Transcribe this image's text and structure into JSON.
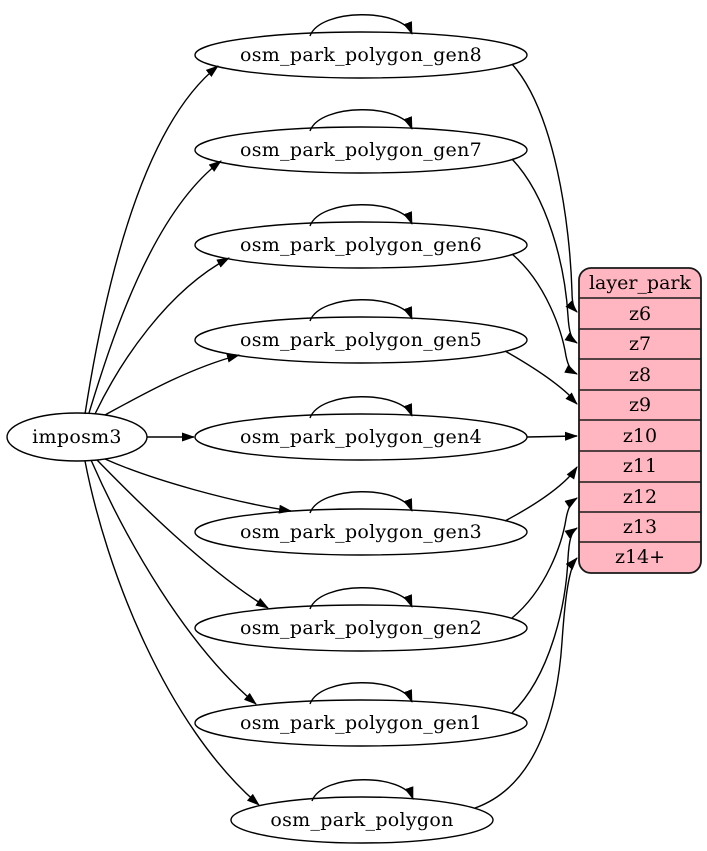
{
  "diagram": {
    "background_color": "#ffffff",
    "edge_color": "#000000",
    "node_fill_color": "#ffffff",
    "node_border_color": "#000000",
    "source_node": {
      "label": "imposm3"
    },
    "table_nodes": [
      {
        "label": "osm_park_polygon_gen8",
        "feeds_row": "z6"
      },
      {
        "label": "osm_park_polygon_gen7",
        "feeds_row": "z7"
      },
      {
        "label": "osm_park_polygon_gen6",
        "feeds_row": "z8"
      },
      {
        "label": "osm_park_polygon_gen5",
        "feeds_row": "z9"
      },
      {
        "label": "osm_park_polygon_gen4",
        "feeds_row": "z10"
      },
      {
        "label": "osm_park_polygon_gen3",
        "feeds_row": "z11"
      },
      {
        "label": "osm_park_polygon_gen2",
        "feeds_row": "z12"
      },
      {
        "label": "osm_park_polygon_gen1",
        "feeds_row": "z13"
      },
      {
        "label": "osm_park_polygon",
        "feeds_row": "z14+"
      }
    ],
    "layer_node": {
      "title": "layer_park",
      "rows": [
        "z6",
        "z7",
        "z8",
        "z9",
        "z10",
        "z11",
        "z12",
        "z13",
        "z14+"
      ],
      "fill_color": "#ffb6c1",
      "border_color": "#181818"
    },
    "edges": {
      "from_source_to": [
        "osm_park_polygon_gen8",
        "osm_park_polygon_gen7",
        "osm_park_polygon_gen6",
        "osm_park_polygon_gen5",
        "osm_park_polygon_gen4",
        "osm_park_polygon_gen3",
        "osm_park_polygon_gen2",
        "osm_park_polygon_gen1",
        "osm_park_polygon"
      ],
      "self_loops_on": [
        "osm_park_polygon_gen8",
        "osm_park_polygon_gen7",
        "osm_park_polygon_gen6",
        "osm_park_polygon_gen5",
        "osm_park_polygon_gen4",
        "osm_park_polygon_gen3",
        "osm_park_polygon_gen2",
        "osm_park_polygon_gen1",
        "osm_park_polygon"
      ]
    }
  }
}
